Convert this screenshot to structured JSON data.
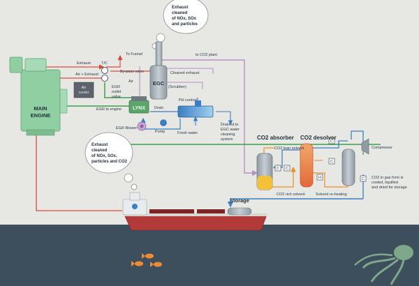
{
  "callouts": {
    "top": [
      "Exhaust",
      "cleaned",
      "of NOx, SOx",
      "and particles"
    ],
    "left": [
      "Exhaust",
      "cleaned",
      "of NOx, SOx,",
      "particles and CO2"
    ]
  },
  "engine": {
    "line1": "MAIN",
    "line2": "ENGINE"
  },
  "labels": {
    "exhaust": "Exhaust",
    "tc": "T/C",
    "air_exhaust": "Air + Exhaust",
    "to_funnel": "To Funnel",
    "to_co2_plant": "to CO2 plant",
    "bypass_valve": "By-pass valve",
    "air": "Air",
    "cleaned_exhaust": "Cleaned exhaust",
    "egc": "EGC",
    "scrubber": "(Scrubber)",
    "air_cooler_1": "Air",
    "air_cooler_2": "cooler",
    "egr_outlet_1": "EGR",
    "egr_outlet_2": "outlet",
    "egr_outlet_3": "valve",
    "lynx": "LYNX",
    "egr_to_engine": "EGR to engine",
    "ph_control": "PH control",
    "drain": "Drain",
    "egr_blower": "EGR Blower",
    "pump": "Pump",
    "fresh_water": "Fresh water",
    "drained_1": "Drained to",
    "drained_2": "EGC water",
    "drained_3": "cleaning",
    "drained_4": "system",
    "co2_absorber": "CO2 absorber",
    "co2_desolver": "CO2 desolver",
    "co2_lean_solvent": "CO2 lean solvent",
    "co2_rich_solvent": "CO2 rich solvent",
    "solvent_reheating": "Solvent re-heating",
    "compressor": "Compressor",
    "co2_gas_1": "CO2 in gas form is",
    "co2_gas_2": "cooled, liquified",
    "co2_gas_3": "and dried for storage",
    "storage": "Storage",
    "c": "C",
    "h": "H"
  },
  "colors": {
    "exhaust_red": "#d94c3c",
    "lilac": "#b790c4",
    "green": "#3aa04a",
    "blue": "#3a7fc2",
    "orange": "#ee8f2a",
    "yellow": "#f3c23a",
    "engine_green": "#8fcfa2",
    "sea": "#3d4f5c",
    "hull": "#b23b3a"
  }
}
